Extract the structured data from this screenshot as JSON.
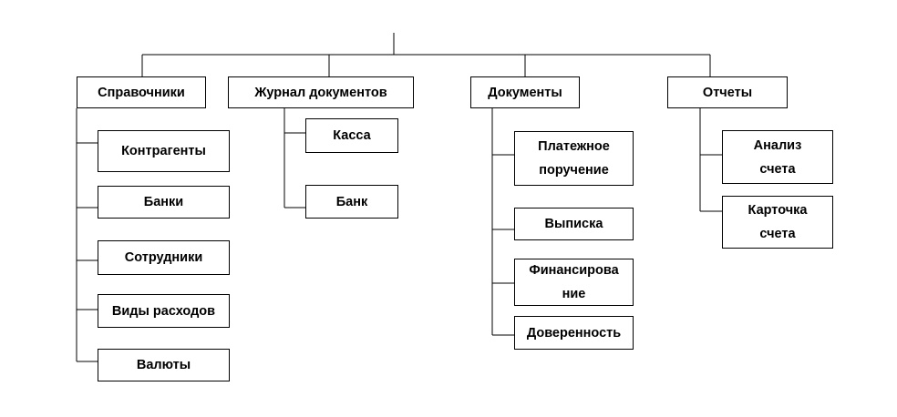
{
  "diagram": {
    "type": "hierarchy",
    "colors": {
      "line": "#000000",
      "box_border": "#000000",
      "box_fill": "#ffffff",
      "text": "#000000"
    },
    "categories": [
      {
        "label": "Справочники",
        "children": [
          "Контрагенты",
          "Банки",
          "Сотрудники",
          "Виды расходов",
          "Валюты"
        ]
      },
      {
        "label": "Журнал документов",
        "children": [
          "Касса",
          "Банк"
        ]
      },
      {
        "label": "Документы",
        "children": [
          "Платежное\nпоручение",
          "Выписка",
          "Финансирова\nние",
          "Доверенность"
        ]
      },
      {
        "label": "Отчеты",
        "children": [
          "Анализ\nсчета",
          "Карточка\nсчета"
        ]
      }
    ]
  }
}
